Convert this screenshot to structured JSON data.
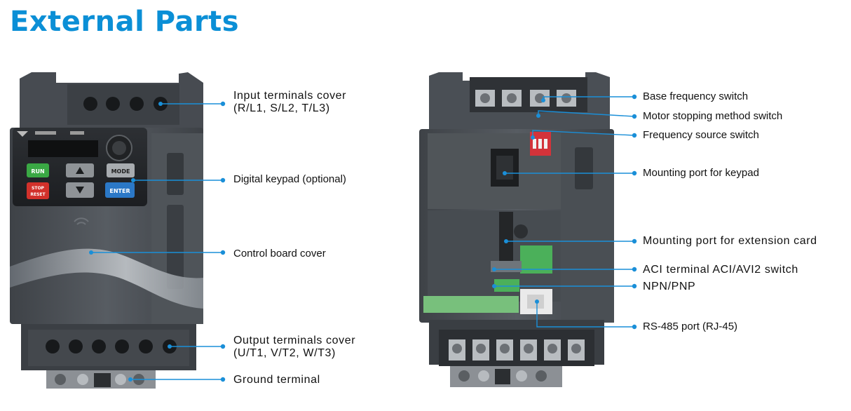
{
  "title": "External Parts",
  "left_device": {
    "keypad": {
      "run": "RUN",
      "stop_line1": "STOP",
      "stop_line2": "RESET",
      "mode": "MODE",
      "enter": "ENTER"
    },
    "labels": [
      {
        "id": "input-terminals-cover",
        "line1": "Input terminals cover",
        "line2": "(R/L1, S/L2, T/L3)"
      },
      {
        "id": "digital-keypad",
        "line1": "Digital keypad (optional)"
      },
      {
        "id": "control-board-cover",
        "line1": "Control board cover"
      },
      {
        "id": "output-terminals-cover",
        "line1": "Output terminals cover",
        "line2": "(U/T1, V/T2, W/T3)"
      },
      {
        "id": "ground-terminal",
        "line1": "Ground terminal"
      }
    ]
  },
  "right_device": {
    "labels": [
      {
        "id": "base-frequency-switch",
        "line1": "Base frequency switch"
      },
      {
        "id": "motor-stopping-method-switch",
        "line1": "Motor stopping method switch"
      },
      {
        "id": "frequency-source-switch",
        "line1": "Frequency source switch"
      },
      {
        "id": "mounting-port-keypad",
        "line1": "Mounting port for keypad"
      },
      {
        "id": "mounting-port-extension-card",
        "line1": "Mounting port for extension card"
      },
      {
        "id": "aci-terminal-switch",
        "line1": "ACI terminal ACI/AVI2 switch"
      },
      {
        "id": "npn-pnp",
        "line1": "NPN/PNP"
      },
      {
        "id": "rs485-port",
        "line1": "RS-485 port (RJ-45)"
      }
    ]
  },
  "colors": {
    "accent": "#0b8fd6",
    "leader": "#1a8fd8",
    "device": "#4a4f55"
  }
}
